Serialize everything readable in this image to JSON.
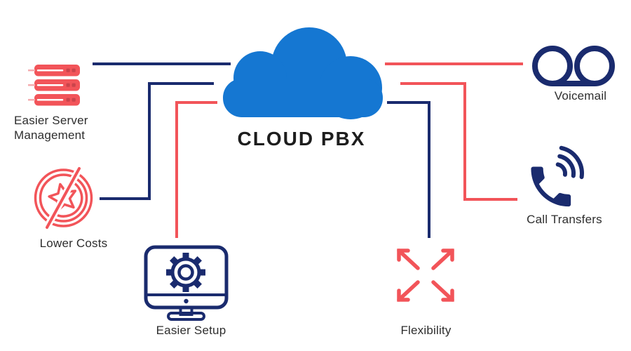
{
  "title": "CLOUD PBX",
  "colors": {
    "blue": "#1577d2",
    "navy": "#1a2b6e",
    "red": "#f25459",
    "red_light": "#f5abae",
    "red_dark": "#c9444b",
    "text": "#2e2e2e",
    "title_text": "#1d1d1d",
    "background": "#ffffff"
  },
  "features": {
    "server_management": {
      "label": "Easier Server Management",
      "icon": "server-stack-icon"
    },
    "lower_costs": {
      "label": "Lower Costs",
      "icon": "no-cost-star-icon"
    },
    "easier_setup": {
      "label": "Easier Setup",
      "icon": "monitor-gear-icon"
    },
    "voicemail": {
      "label": "Voicemail",
      "icon": "voicemail-icon"
    },
    "call_transfers": {
      "label": "Call Transfers",
      "icon": "phone-call-waves-icon"
    },
    "flexibility": {
      "label": "Flexibility",
      "icon": "expand-arrows-icon"
    }
  }
}
